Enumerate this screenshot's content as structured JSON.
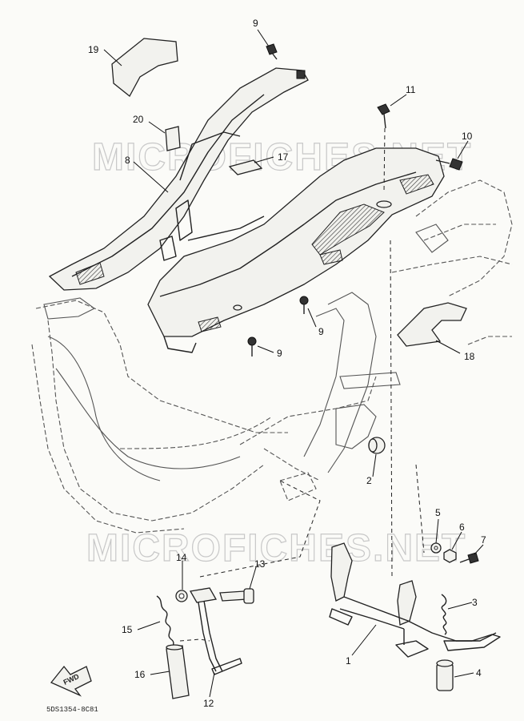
{
  "watermark": "MICROFICHES.NET",
  "drawing_code": "5DS1354-8C81",
  "fwd_label": "FWD",
  "callouts": [
    {
      "id": "1",
      "text": "1"
    },
    {
      "id": "2",
      "text": "2"
    },
    {
      "id": "3",
      "text": "3"
    },
    {
      "id": "4",
      "text": "4"
    },
    {
      "id": "5",
      "text": "5"
    },
    {
      "id": "6",
      "text": "6"
    },
    {
      "id": "7",
      "text": "7"
    },
    {
      "id": "8",
      "text": "8"
    },
    {
      "id": "9a",
      "text": "9"
    },
    {
      "id": "9b",
      "text": "9"
    },
    {
      "id": "9c",
      "text": "9"
    },
    {
      "id": "10",
      "text": "10"
    },
    {
      "id": "11",
      "text": "11"
    },
    {
      "id": "12",
      "text": "12"
    },
    {
      "id": "13",
      "text": "13"
    },
    {
      "id": "14",
      "text": "14"
    },
    {
      "id": "15",
      "text": "15"
    },
    {
      "id": "16",
      "text": "16"
    },
    {
      "id": "17",
      "text": "17"
    },
    {
      "id": "18",
      "text": "18"
    },
    {
      "id": "19",
      "text": "19"
    },
    {
      "id": "20",
      "text": "20"
    }
  ]
}
